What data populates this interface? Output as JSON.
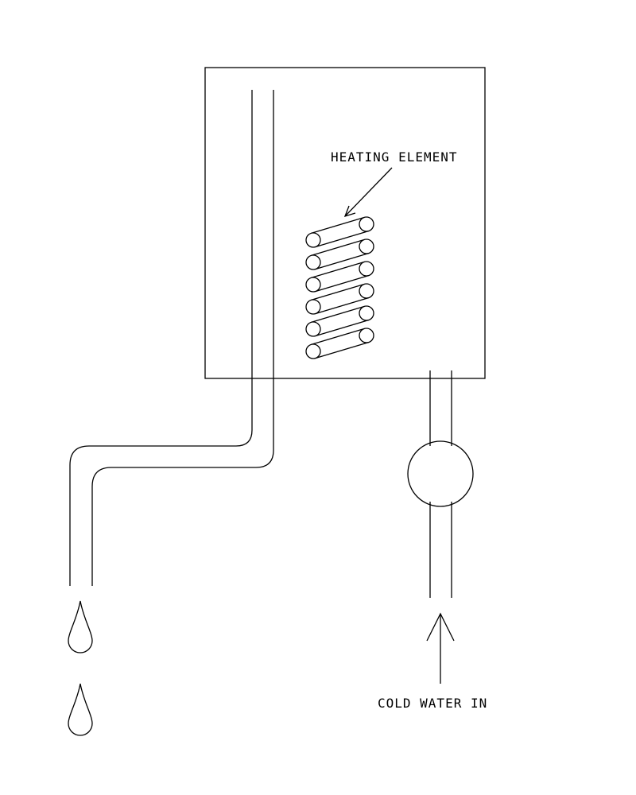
{
  "labels": {
    "heating_element": "HEATING ELEMENT",
    "cold_water_in": "COLD WATER IN"
  },
  "components": {
    "coil_turns": 6,
    "drip_drops": 2
  },
  "colors": {
    "line": "#000000",
    "background": "#ffffff"
  }
}
